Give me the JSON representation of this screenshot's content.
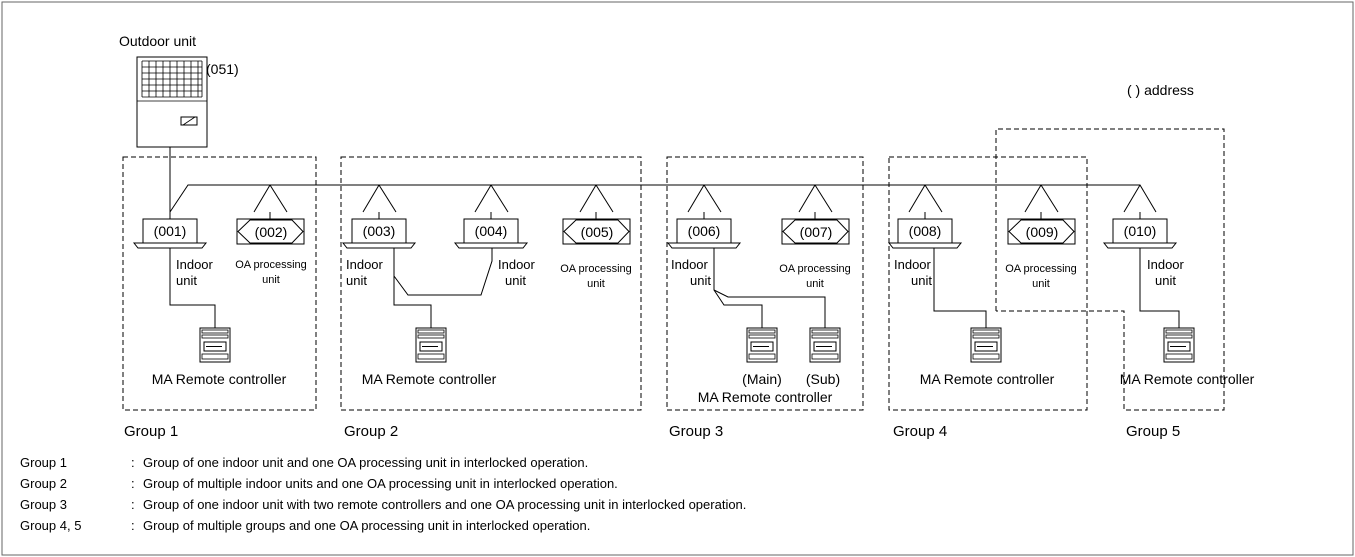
{
  "outdoor": {
    "label": "Outdoor unit",
    "address": "(051)"
  },
  "legend": {
    "address_text": "(  ) address"
  },
  "units": {
    "u001": {
      "address": "(001)",
      "label1": "Indoor",
      "label2": "unit"
    },
    "u002": {
      "address": "(002)",
      "label1": "OA processing",
      "label2": "unit"
    },
    "u003": {
      "address": "(003)",
      "label1": "Indoor",
      "label2": "unit"
    },
    "u004": {
      "address": "(004)",
      "label1": "Indoor",
      "label2": "unit"
    },
    "u005": {
      "address": "(005)",
      "label1": "OA processing",
      "label2": "unit"
    },
    "u006": {
      "address": "(006)",
      "label1": "Indoor",
      "label2": "unit"
    },
    "u007": {
      "address": "(007)",
      "label1": "OA processing",
      "label2": "unit"
    },
    "u008": {
      "address": "(008)",
      "label1": "Indoor",
      "label2": "unit"
    },
    "u009": {
      "address": "(009)",
      "label1": "OA processing",
      "label2": "unit"
    },
    "u010": {
      "address": "(010)",
      "label1": "Indoor",
      "label2": "unit"
    }
  },
  "remotes": {
    "g1": "MA Remote controller",
    "g2": "MA Remote controller",
    "g3_main": "(Main)",
    "g3_sub": "(Sub)",
    "g3": "MA Remote controller",
    "g4": "MA Remote controller",
    "g5": "MA Remote controller"
  },
  "groups": {
    "g1": "Group 1",
    "g2": "Group 2",
    "g3": "Group 3",
    "g4": "Group 4",
    "g5": "Group 5"
  },
  "notes": [
    {
      "key": "Group 1",
      "sep": ":",
      "text": "Group of one indoor unit and one OA processing unit in interlocked operation."
    },
    {
      "key": "Group 2",
      "sep": ":",
      "text": "Group of multiple indoor units and one OA processing unit in interlocked operation."
    },
    {
      "key": "Group 3",
      "sep": ":",
      "text": "Group of one indoor unit with two remote controllers and one OA processing unit in interlocked operation."
    },
    {
      "key": "Group 4, 5",
      "sep": ":",
      "text": "Group of multiple groups and one OA processing unit in interlocked operation."
    }
  ]
}
